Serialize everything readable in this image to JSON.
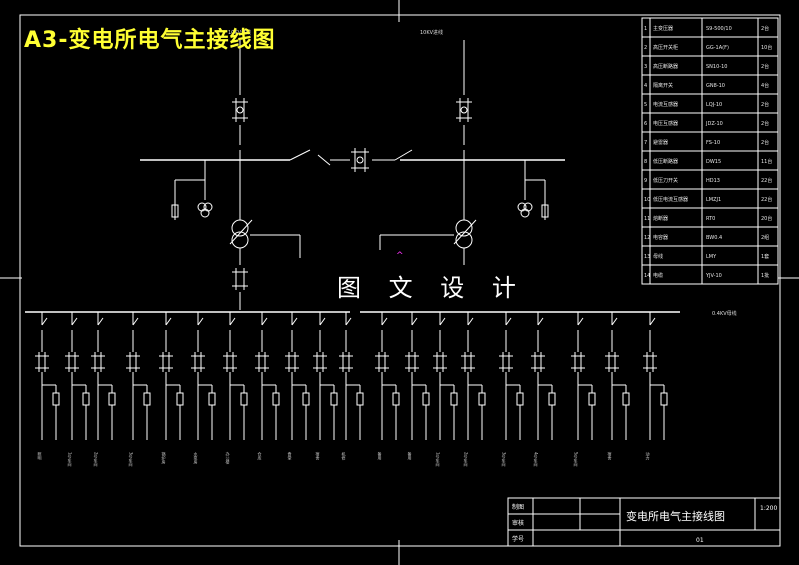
{
  "drawing": {
    "title": "A3-变电所电气主接线图",
    "watermark": "图 文 设 计",
    "incoming_label_left": "10KV进线",
    "incoming_label_right": "10KV进线",
    "bus_label": "0.4KV母线"
  },
  "title_block": {
    "drawn_label": "制图",
    "checked_label": "审核",
    "student_label": "学号",
    "name": "变电所电气主接线图",
    "scale": "1:200",
    "sheet": "01"
  },
  "equipment_table": [
    {
      "no": "1",
      "name": "主变压器",
      "model": "S9-500/10",
      "qty": "2台"
    },
    {
      "no": "2",
      "name": "高压开关柜",
      "model": "GG-1A(F)",
      "qty": "10台"
    },
    {
      "no": "3",
      "name": "高压断路器",
      "model": "SN10-10",
      "qty": "2台"
    },
    {
      "no": "4",
      "name": "隔离开关",
      "model": "GN8-10",
      "qty": "4台"
    },
    {
      "no": "5",
      "name": "电流互感器",
      "model": "LQJ-10",
      "qty": "2台"
    },
    {
      "no": "6",
      "name": "电压互感器",
      "model": "JDZ-10",
      "qty": "2台"
    },
    {
      "no": "7",
      "name": "避雷器",
      "model": "FS-10",
      "qty": "2台"
    },
    {
      "no": "8",
      "name": "低压断路器",
      "model": "DW15",
      "qty": "11台"
    },
    {
      "no": "9",
      "name": "低压刀开关",
      "model": "HD13",
      "qty": "22台"
    },
    {
      "no": "10",
      "name": "低压电流互感器",
      "model": "LMZJ1",
      "qty": "22台"
    },
    {
      "no": "11",
      "name": "熔断器",
      "model": "RT0",
      "qty": "20台"
    },
    {
      "no": "12",
      "name": "电容器",
      "model": "BW0.4",
      "qty": "2组"
    },
    {
      "no": "13",
      "name": "母线",
      "model": "LMY",
      "qty": "1套"
    },
    {
      "no": "14",
      "name": "电缆",
      "model": "YJV-10",
      "qty": "1批"
    }
  ],
  "feeder_labels": [
    "照明",
    "1号车间",
    "2号车间",
    "3号车间",
    "锅炉房",
    "水泵房",
    "办公楼",
    "仓库",
    "食堂",
    "宿舍",
    "机修",
    "备用",
    "备用",
    "1号车间",
    "2号车间",
    "3号车间",
    "4号车间",
    "5号车间",
    "宿舍",
    "动力"
  ]
}
